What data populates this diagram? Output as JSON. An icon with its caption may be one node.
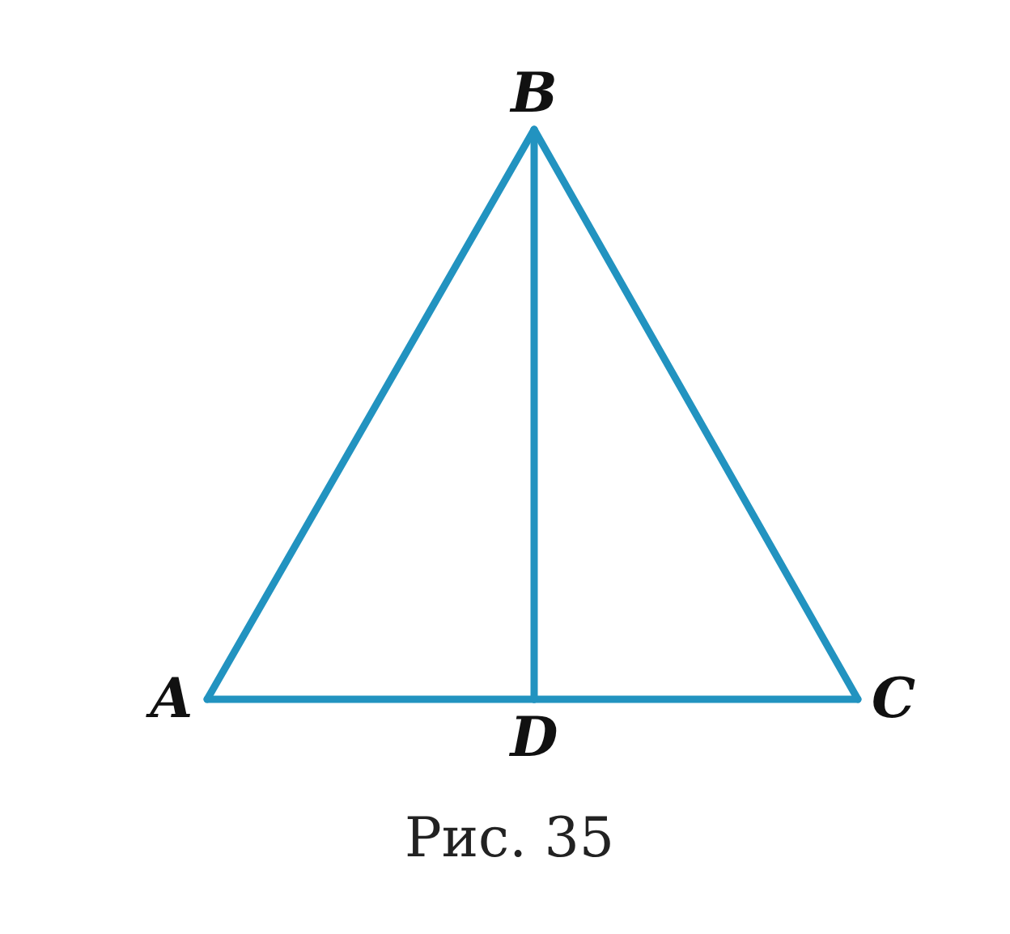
{
  "diagram": {
    "caption": "Рис. 35",
    "nodes": [
      {
        "text": [
          "B"
        ]
      },
      {
        "text": [
          "A"
        ]
      },
      {
        "text": [
          "C"
        ]
      },
      {
        "text": [
          "D"
        ]
      }
    ],
    "edges": [
      {
        "from": 0,
        "to": 1,
        "arrow": "none"
      },
      {
        "from": 0,
        "to": 2,
        "arrow": "none"
      },
      {
        "from": 1,
        "to": 3,
        "arrow": "none"
      },
      {
        "from": 3,
        "to": 2,
        "arrow": "none"
      },
      {
        "from": 0,
        "to": 3,
        "arrow": "none"
      }
    ]
  }
}
